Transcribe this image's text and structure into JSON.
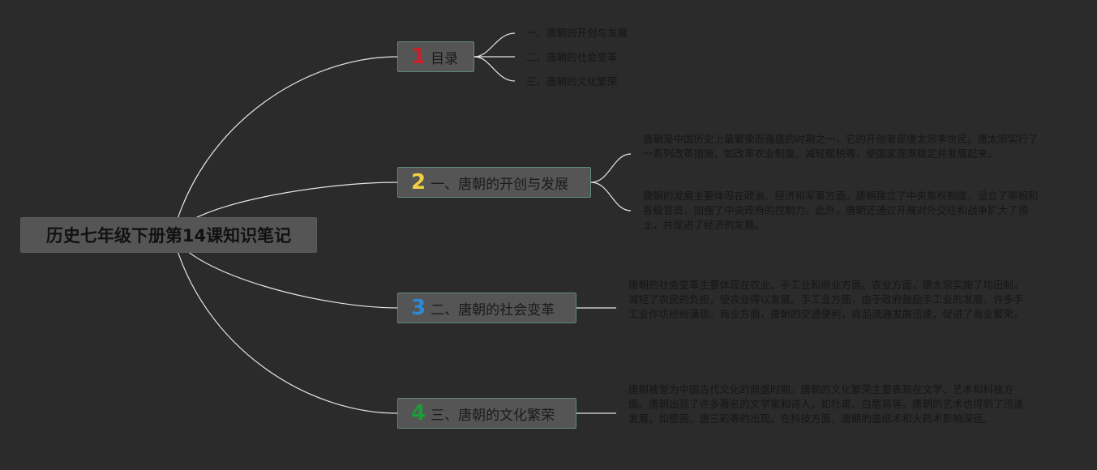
{
  "root": {
    "title": "历史七年级下册第14课知识笔记"
  },
  "branches": [
    {
      "number": "1",
      "number_color": "#c8202a",
      "label": "目录",
      "children": [
        "一、唐朝的开创与发展",
        "二、唐朝的社会变革",
        "三、唐朝的文化繁荣"
      ]
    },
    {
      "number": "2",
      "number_color": "#f2cf43",
      "label": "一、唐朝的开创与发展",
      "children": [
        "唐朝是中国历史上最繁荣而强盛的时期之一，它的开创者是唐太宗李世民。唐太宗实行了一系列改革措施，如改革农业制度、减轻赋税等，使国家逐渐稳定并发展起来。",
        "唐朝的发展主要体现在政治、经济和军事方面。唐朝建立了中央集权制度，设立了宰相和各级官员，加强了中央政府的控制力。此外，唐朝还通过开展对外交往和战争扩大了领土，并促进了经济的发展。"
      ]
    },
    {
      "number": "3",
      "number_color": "#2b8ad6",
      "label": "二、唐朝的社会变革",
      "children": [
        "唐朝的社会变革主要体现在农业、手工业和商业方面。农业方面，唐太宗实施了均田制，减轻了农民的负担，使农业得以发展。手工业方面，由于政府鼓励手工业的发展，许多手工业作坊纷纷涌现。商业方面，唐朝的交通便利，商品流通发展迅速，促进了商业繁荣。"
      ]
    },
    {
      "number": "4",
      "number_color": "#1e9a3a",
      "label": "三、唐朝的文化繁荣",
      "children": [
        "唐朝被誉为中国古代文化的鼎盛时期。唐朝的文化繁荣主要表现在文学、艺术和科技方面。唐朝出现了许多著名的文学家和诗人，如杜甫、白居易等。唐朝的艺术也得到了迅速发展，如壁画、唐三彩等的出现。在科技方面，唐朝的造纸术和火药术影响深远。"
      ]
    }
  ],
  "colors": {
    "background": "#2b2b2b",
    "node_fill": "#555555",
    "node_border": "#5f8a7c",
    "connector": "#e6e6e6"
  }
}
